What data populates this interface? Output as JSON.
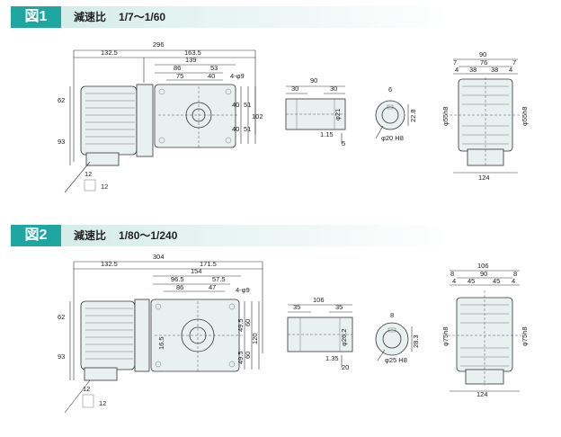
{
  "figures": [
    {
      "label": "図1",
      "title": "減速比",
      "ratio": "1/7〜1/60",
      "dims": {
        "overall": "296",
        "motor": "132.5",
        "gear": "163.5",
        "flange": "139",
        "bolt_a": "86",
        "bolt_b": "53",
        "inner_a": "75",
        "inner_b": "40",
        "holes": "4-φ9",
        "h_top": "62",
        "h_bottom": "93",
        "side_a": "40",
        "side_b": "51",
        "side_c": "40",
        "side_d": "51",
        "side_total": "102",
        "foot_a": "12",
        "foot_b": "12",
        "shaft_len": "90",
        "shaft_l": "30",
        "shaft_r": "30",
        "shaft_dia": "φ21",
        "shaft_gap": "1.15",
        "shaft_end": "5",
        "key_w": "6",
        "key_h": "22.8",
        "bore": "φ20 H8",
        "end_w": "90",
        "end_inner": "76",
        "end_e1": "7",
        "end_e2": "7",
        "end_c1": "4",
        "end_c2": "38",
        "end_c3": "38",
        "end_c4": "4",
        "end_dia_l": "φ55h8",
        "end_dia_r": "φ55h8",
        "end_base": "124"
      }
    },
    {
      "label": "図2",
      "title": "減速比",
      "ratio": "1/80〜1/240",
      "dims": {
        "overall": "304",
        "motor": "132.5",
        "gear": "171.5",
        "flange": "154",
        "bolt_a": "96.5",
        "bolt_b": "57.5",
        "inner_a": "86",
        "inner_b": "47",
        "holes": "4-φ9",
        "h_top": "62",
        "h_bottom": "93",
        "side_a": "49.5",
        "side_b": "60",
        "side_c": "49.5",
        "side_d": "60",
        "side_total": "120",
        "side_inner": "16.5",
        "foot_a": "12",
        "foot_b": "12",
        "shaft_len": "106",
        "shaft_l": "35",
        "shaft_r": "35",
        "shaft_dia": "φ26.2",
        "shaft_gap": "1.35",
        "shaft_end": "20",
        "key_w": "8",
        "key_h": "28.3",
        "bore": "φ25 H8",
        "end_w": "106",
        "end_inner": "90",
        "end_e1": "8",
        "end_e2": "8",
        "end_c1": "4",
        "end_c2": "45",
        "end_c3": "45",
        "end_c4": "4",
        "end_dia_l": "φ75h8",
        "end_dia_r": "φ75h8",
        "end_base": "124"
      }
    }
  ]
}
